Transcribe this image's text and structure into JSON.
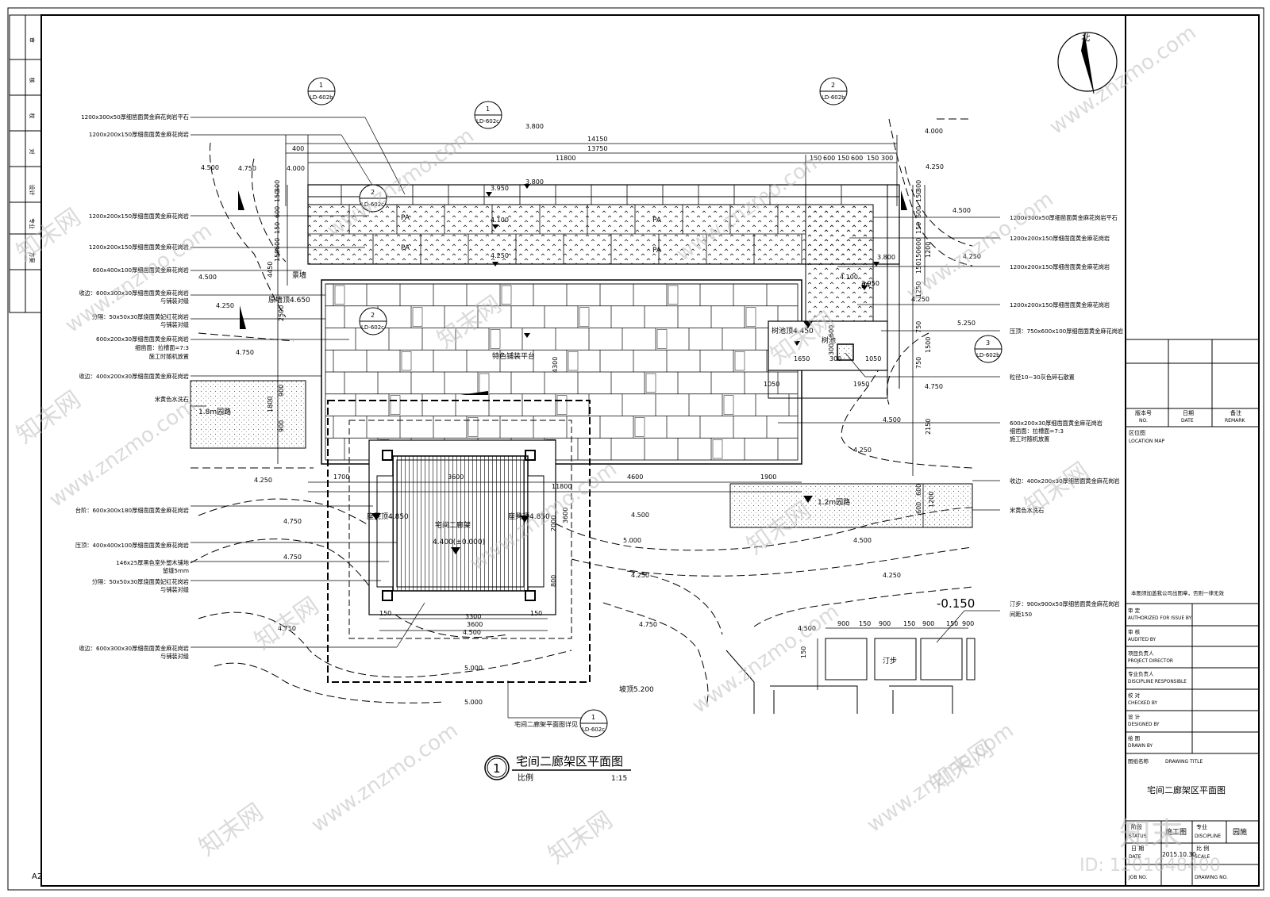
{
  "sheet_size": "A2",
  "north_label": "北",
  "left_strip": [
    "审",
    "核",
    "校",
    "对",
    "设计",
    "专业",
    "方案"
  ],
  "section_markers": [
    {
      "num": "1",
      "ref": "LD-602b"
    },
    {
      "num": "1",
      "ref": "LD-602c"
    },
    {
      "num": "2",
      "ref": "LD-602b"
    },
    {
      "num": "2",
      "ref": "LD-602c"
    },
    {
      "num": "3",
      "ref": "LD-602b"
    },
    {
      "num": "1",
      "ref": "LD-602c"
    }
  ],
  "left_labels": [
    "1200x300x50厚细凿面黄金麻花岗岩平石",
    "1200x200x150厚细凿面黄金麻花岗岩",
    "1200x200x150厚细凿面黄金麻花岗岩",
    "1200x200x150厚细凿面黄金麻花岗岩",
    "600x400x100厚细凿面黄金麻花岗岩",
    "收边：600x300x30厚细凿面黄金麻花岗岩",
    "与铺装对缝",
    "分隔：50x50x30厚烧面黄妃红花岗岩",
    "与铺装对缝",
    "600x200x30厚细凿面黄金麻花岗岩",
    "细凿面：拉槽面=7:3",
    "施工时随机放置",
    "收边：400x200x30厚细凿面黄金麻花岗岩",
    "米黄色水洗石"
  ],
  "left_labels_lower": [
    "台阶：600x300x180厚细凿面黄金麻花岗岩",
    "压顶：400x400x100厚细凿面黄金麻花岗岩",
    "146x25厚黑色室外塑木铺地",
    "留缝5mm",
    "分隔：50x50x30厚烧面黄妃红花岗岩",
    "与铺装对缝",
    "收边：600x300x30厚细凿面黄金麻花岗岩",
    "与铺装对缝"
  ],
  "right_labels": [
    "1200x300x50厚细凿面黄金麻花岗岩平石",
    "1200x200x150厚细凿面黄金麻花岗岩",
    "1200x200x150厚细凿面黄金麻花岗岩",
    "1200x200x150厚细凿面黄金麻花岗岩",
    "压顶：750x600x100厚细凿面黄金麻花岗岩",
    "粒径10~30灰色碎石散置",
    "600x200x30厚细凿面黄金麻花岗岩",
    "细凿面：拉槽面=7:3",
    "施工时随机放置",
    "收边：400x200x30厚细凿面黄金麻花岗岩",
    "米黄色水洗石",
    "汀步：900x900x50厚细凿面黄金麻花岗岩",
    "间距150"
  ],
  "dims_top": [
    "14150",
    "13750",
    "400",
    "11800",
    "150",
    "600",
    "150",
    "600",
    "150",
    "300"
  ],
  "elevations": [
    "3.800",
    "3.950",
    "3.800",
    "4.100",
    "4.250",
    "3.800",
    "4.100",
    "3.950",
    "4.000",
    "4.250",
    "4.500",
    "4.250",
    "4.000",
    "4.500",
    "4.750",
    "4.500",
    "4.250",
    "4.750",
    "5.250",
    "4.750",
    "4.500",
    "4.250",
    "4.250",
    "4.500",
    "4.750",
    "5.000",
    "4.750",
    "4.250",
    "4.500",
    "4.250",
    "4.500",
    "4.750",
    "5.000",
    "4.750",
    "5.000",
    "4.500",
    "-0.150",
    "4.250"
  ],
  "plan_labels": {
    "wall": "景墙",
    "wall_top": "原墙顶4.650",
    "pool_top": "树池顶4.450",
    "pool": "树池",
    "paving": "特色铺装平台",
    "pavilion": "宅间二廊架",
    "pavilion_elev": "4.400(±0.000)",
    "seat_left": "座凳顶4.850",
    "seat_right": "座凳顶4.850",
    "path_left": "1.8m园路",
    "path_right": "1.2m园路",
    "stepping": "汀步",
    "slope": "坡顶5.200",
    "detail_ref": "宅间二廊架平面图详见",
    "pa": "PA"
  },
  "dims_mid": [
    "1700",
    "3600",
    "4600",
    "1900",
    "11800",
    "1650",
    "300",
    "1050",
    "1950",
    "1050",
    "3300",
    "3600",
    "4300",
    "150",
    "150",
    "900",
    "150",
    "900",
    "150",
    "900",
    "150",
    "900",
    "150"
  ],
  "dims_left_v": [
    "300",
    "150",
    "600",
    "150",
    "600",
    "150",
    "4450",
    "2500",
    "1800",
    "900",
    "900"
  ],
  "dims_right_v": [
    "300",
    "150",
    "600",
    "150",
    "600",
    "150",
    "150",
    "1200",
    "1250",
    "750",
    "1500",
    "750",
    "2150",
    "600",
    "1200",
    "600",
    "600",
    "300",
    "2000",
    "3600",
    "800"
  ],
  "drawing_title": {
    "num": "1",
    "title": "宅间二廊架区平面图",
    "scale_label": "比例",
    "scale": "1:15"
  },
  "title_block": {
    "rev_no": "版本号",
    "rev_no_en": "NO.",
    "date": "日期",
    "date_en": "DATE",
    "remark": "备注",
    "remark_en": "REMARK",
    "location": "区位图",
    "location_en": "LOCATION MAP",
    "stamp_note": "本图须加盖我公司出图章，否则一律无效",
    "roles": [
      {
        "cn": "审 定",
        "en": "AUTHORIZED FOR ISSUE BY"
      },
      {
        "cn": "审 核",
        "en": "AUDITED BY"
      },
      {
        "cn": "项目负责人",
        "en": "PROJECT DIRECTOR"
      },
      {
        "cn": "专业负责人",
        "en": "DISCIPLINE RESPONSIBLE"
      },
      {
        "cn": "校 对",
        "en": "CHECKED BY"
      },
      {
        "cn": "设 计",
        "en": "DESIGNED BY"
      },
      {
        "cn": "绘 图",
        "en": "DRAWN BY"
      }
    ],
    "drawing_name_label": "图纸名称",
    "drawing_name_en": "DRAWING TITLE",
    "drawing_name": "宅间二廊架区平面图",
    "stage_label": "阶段",
    "stage_en": "STATUS",
    "stage": "施工图",
    "discipline_label": "专业",
    "discipline_en": "DISCIPLINE",
    "discipline": "园施",
    "date_label": "日 期",
    "date_value": "2015.10.30",
    "scale_label": "比 例",
    "scale_en": "SCALE",
    "job_label": "JOB NO.",
    "drawing_no_label": "DRAWING NO."
  },
  "watermark": {
    "site": "www.znzmo.com",
    "brand": "知末网",
    "logo": "知末",
    "id": "ID: 1201648400"
  }
}
